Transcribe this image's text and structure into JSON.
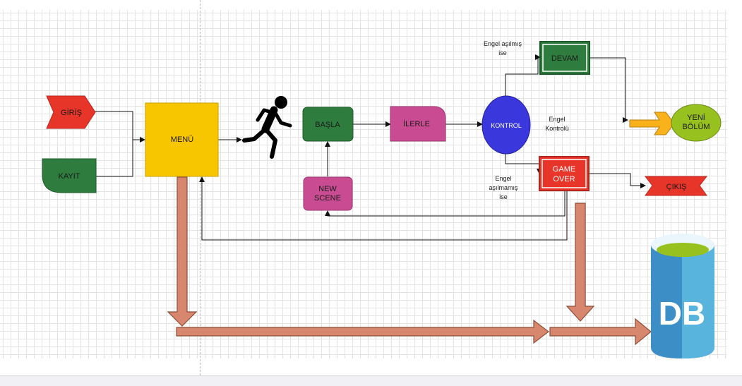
{
  "nodes": {
    "giris": "GİRİŞ",
    "kayit": "KAYIT",
    "menu": "MENÜ",
    "basla": "BAŞLA",
    "new_scene_line1": "NEW",
    "new_scene_line2": "SCENE",
    "ilerle": "İLERLE",
    "kontrol": "KONTROL",
    "devam": "DEVAM",
    "game_over_line1": "GAME",
    "game_over_line2": "OVER",
    "yeni_bolum_line1": "YENİ",
    "yeni_bolum_line2": "BÖLÜM",
    "cikis": "ÇIKIŞ",
    "db": "DB"
  },
  "annotations": {
    "engel_asilmis_line1": "Engel aşılmış",
    "engel_asilmis_line2": "ise",
    "engel_kontrolu_line1": "Engel",
    "engel_kontrolu_line2": "Kontrolü",
    "engel_asilmamis_line1": "Engel",
    "engel_asilmamis_line2": "aşılmamış",
    "engel_asilmamis_line3": "ise"
  },
  "icons": {
    "runner": "running-person-icon",
    "database": "database-cylinder-icon"
  },
  "colors": {
    "red": "#e8352a",
    "green": "#2e7d3e",
    "yellow": "#f7c600",
    "magenta": "#c94b92",
    "blue": "#3a38dd",
    "lime": "#97c11f",
    "orange": "#f9b21b",
    "brown_arrow": "#b6735a",
    "db_blue": "#3c8fc6"
  }
}
